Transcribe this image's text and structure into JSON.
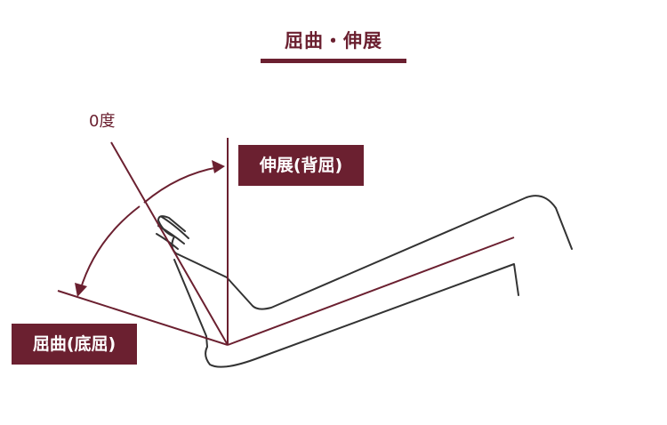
{
  "title": "屈曲・伸展",
  "labels": {
    "extension": "伸展(背屈)",
    "flexion": "屈曲(底屈)",
    "zero_degree": "0度"
  },
  "colors": {
    "accent": "#6b2030",
    "outline": "#333333",
    "background": "#ffffff"
  }
}
